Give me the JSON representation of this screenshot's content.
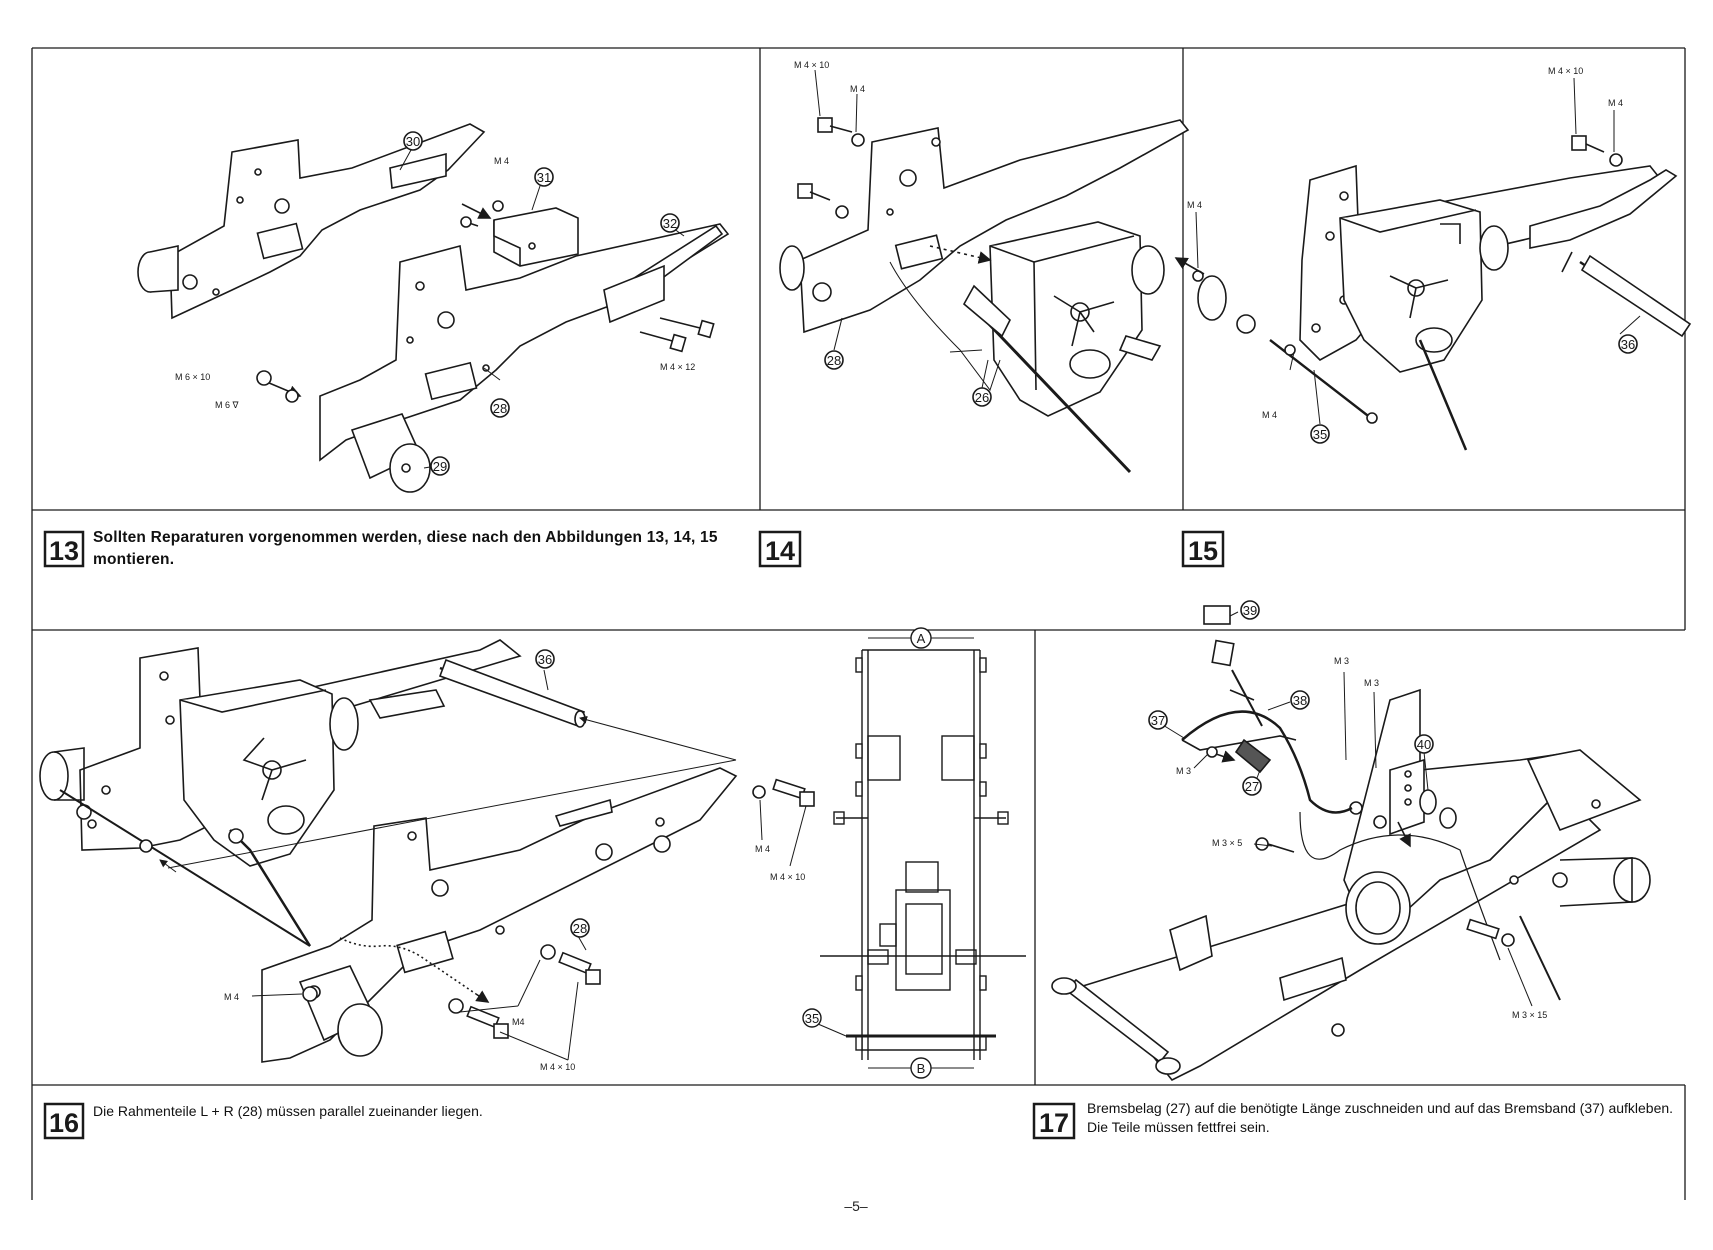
{
  "page_number": "–5–",
  "steps": [
    {
      "number": "13",
      "text": "Sollten Reparaturen vorgenommen werden, diese nach den Abbildungen 13, 14, 15 montieren."
    },
    {
      "number": "14",
      "text": ""
    },
    {
      "number": "15",
      "text": ""
    },
    {
      "number": "16",
      "text": "Die Rahmenteile L + R (28) müssen parallel zueinander liegen."
    },
    {
      "number": "17",
      "text": "Bremsbelag (27) auf die benötigte Länge zuschneiden und auf das Bremsband (37) aufkleben. Die Teile müssen fettfrei sein."
    }
  ],
  "fig13": {
    "parts": [
      "30",
      "31",
      "32",
      "28",
      "29"
    ],
    "labels": [
      "M 4",
      "M 4 × 12",
      "M 6 × 10",
      "M 6 ∇"
    ]
  },
  "fig14": {
    "parts": [
      "28",
      "26"
    ],
    "labels": [
      "M 4 × 10",
      "M 4"
    ]
  },
  "fig15": {
    "parts": [
      "36",
      "35"
    ],
    "labels": [
      "M 4 × 10",
      "M 4",
      "M 4",
      "M 4"
    ]
  },
  "fig16": {
    "parts": [
      "36",
      "28",
      "35"
    ],
    "labels": [
      "M 4",
      "M 4 × 10",
      "M 4",
      "M4",
      "M 4 × 10"
    ],
    "dimensions": [
      "A",
      "B"
    ]
  },
  "fig17": {
    "parts": [
      "39",
      "38",
      "37",
      "27",
      "40"
    ],
    "labels": [
      "M 3",
      "M 3",
      "M 3",
      "M 3 × 5",
      "M 3 × 15"
    ]
  },
  "colors": {
    "ink": "#1a1a1a",
    "paper": "#ffffff"
  }
}
